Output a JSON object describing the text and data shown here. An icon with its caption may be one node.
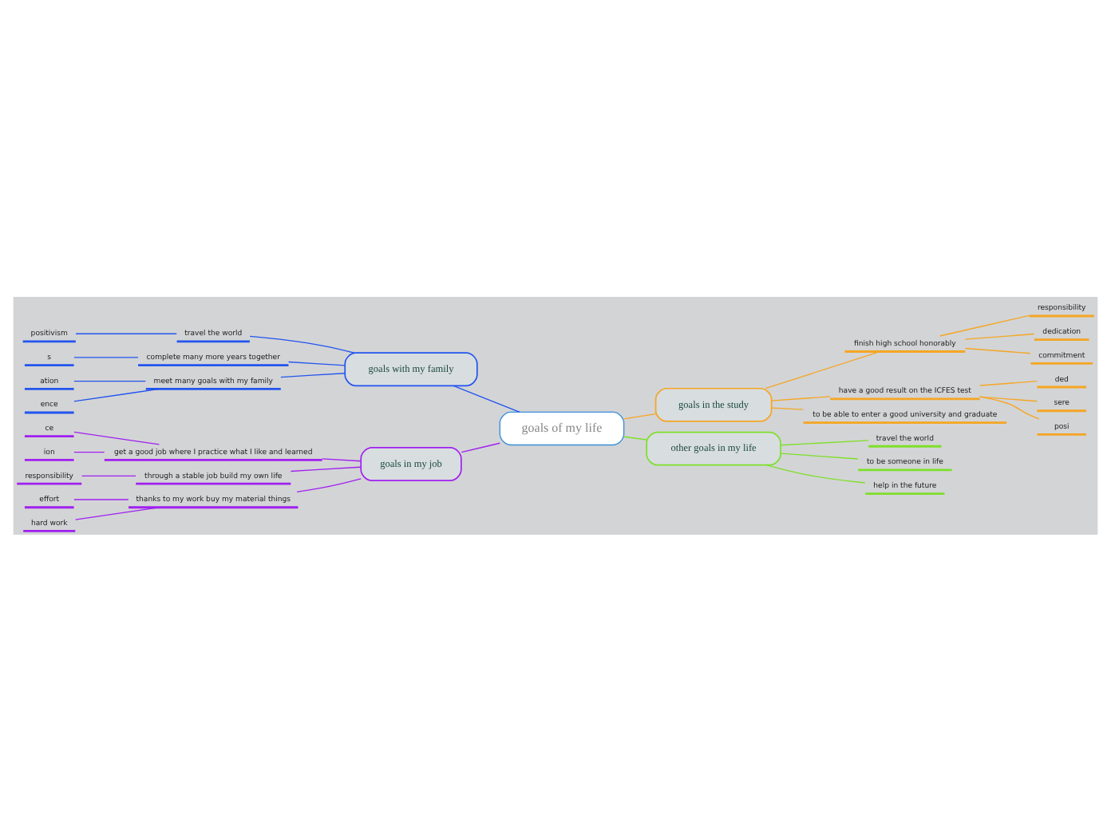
{
  "diagram": {
    "nodes": [
      {
        "text": [
          "goals of my life"
        ]
      },
      {
        "text": [
          "goals in the study"
        ]
      },
      {
        "text": [
          "finish high school honorably"
        ]
      },
      {
        "text": [
          "responsibility"
        ]
      },
      {
        "text": [
          "dedication"
        ]
      },
      {
        "text": [
          "commitment"
        ]
      },
      {
        "text": [
          "have a good result on the ICFES test"
        ]
      },
      {
        "text": [
          "ded"
        ]
      },
      {
        "text": [
          "sere"
        ]
      },
      {
        "text": [
          "posi"
        ]
      },
      {
        "text": [
          "to be able to enter a good university and graduate"
        ]
      },
      {
        "text": [
          "other goals in my life"
        ]
      },
      {
        "text": [
          "travel the world"
        ]
      },
      {
        "text": [
          "to be someone in life"
        ]
      },
      {
        "text": [
          "help in the future"
        ]
      },
      {
        "text": [
          "goals with my family"
        ]
      },
      {
        "text": [
          "travel the world"
        ]
      },
      {
        "text": [
          "positivism"
        ]
      },
      {
        "text": [
          "complete many more years together"
        ]
      },
      {
        "text": [
          "s"
        ]
      },
      {
        "text": [
          "meet many goals with my family"
        ]
      },
      {
        "text": [
          "ation"
        ]
      },
      {
        "text": [
          "ence"
        ]
      },
      {
        "text": [
          "goals in my job"
        ]
      },
      {
        "text": [
          "get a good job where I practice what I like and learned"
        ]
      },
      {
        "text": [
          "ce"
        ]
      },
      {
        "text": [
          "ion"
        ]
      },
      {
        "text": [
          "through a stable job build my own life"
        ]
      },
      {
        "text": [
          "responsibility"
        ]
      },
      {
        "text": [
          "thanks to my work buy my material things"
        ]
      },
      {
        "text": [
          "effort"
        ]
      },
      {
        "text": [
          "hard work"
        ]
      }
    ],
    "edges": [
      {
        "from": 0,
        "to": 1,
        "arrow": "none",
        "color": "#f5a623"
      },
      {
        "from": 1,
        "to": 2,
        "arrow": "none",
        "color": "#f5a623"
      },
      {
        "from": 2,
        "to": 3,
        "arrow": "none",
        "color": "#f5a623"
      },
      {
        "from": 2,
        "to": 4,
        "arrow": "none",
        "color": "#f5a623"
      },
      {
        "from": 2,
        "to": 5,
        "arrow": "none",
        "color": "#f5a623"
      },
      {
        "from": 1,
        "to": 6,
        "arrow": "none",
        "color": "#f5a623"
      },
      {
        "from": 6,
        "to": 7,
        "arrow": "none",
        "color": "#f5a623"
      },
      {
        "from": 6,
        "to": 8,
        "arrow": "none",
        "color": "#f5a623"
      },
      {
        "from": 6,
        "to": 9,
        "arrow": "none",
        "color": "#f5a623"
      },
      {
        "from": 1,
        "to": 10,
        "arrow": "none",
        "color": "#f5a623"
      },
      {
        "from": 0,
        "to": 11,
        "arrow": "none",
        "color": "#7ee02a"
      },
      {
        "from": 11,
        "to": 12,
        "arrow": "none",
        "color": "#7ee02a"
      },
      {
        "from": 11,
        "to": 13,
        "arrow": "none",
        "color": "#7ee02a"
      },
      {
        "from": 11,
        "to": 14,
        "arrow": "none",
        "color": "#7ee02a"
      },
      {
        "from": 15,
        "to": 0,
        "arrow": "none",
        "color": "#2255ee"
      },
      {
        "from": 16,
        "to": 15,
        "arrow": "none",
        "color": "#2255ee"
      },
      {
        "from": 17,
        "to": 16,
        "arrow": "none",
        "color": "#2255ee"
      },
      {
        "from": 18,
        "to": 15,
        "arrow": "none",
        "color": "#2255ee"
      },
      {
        "from": 19,
        "to": 18,
        "arrow": "none",
        "color": "#2255ee"
      },
      {
        "from": 20,
        "to": 15,
        "arrow": "none",
        "color": "#2255ee"
      },
      {
        "from": 21,
        "to": 20,
        "arrow": "none",
        "color": "#2255ee"
      },
      {
        "from": 22,
        "to": 20,
        "arrow": "none",
        "color": "#2255ee"
      },
      {
        "from": 23,
        "to": 0,
        "arrow": "none",
        "color": "#a020f0"
      },
      {
        "from": 24,
        "to": 23,
        "arrow": "none",
        "color": "#a020f0"
      },
      {
        "from": 25,
        "to": 24,
        "arrow": "none",
        "color": "#a020f0"
      },
      {
        "from": 26,
        "to": 24,
        "arrow": "none",
        "color": "#a020f0"
      },
      {
        "from": 27,
        "to": 23,
        "arrow": "none",
        "color": "#a020f0"
      },
      {
        "from": 28,
        "to": 27,
        "arrow": "none",
        "color": "#a020f0"
      },
      {
        "from": 29,
        "to": 23,
        "arrow": "none",
        "color": "#a020f0"
      },
      {
        "from": 30,
        "to": 29,
        "arrow": "none",
        "color": "#a020f0"
      },
      {
        "from": 31,
        "to": 29,
        "arrow": "none",
        "color": "#a020f0"
      }
    ]
  }
}
